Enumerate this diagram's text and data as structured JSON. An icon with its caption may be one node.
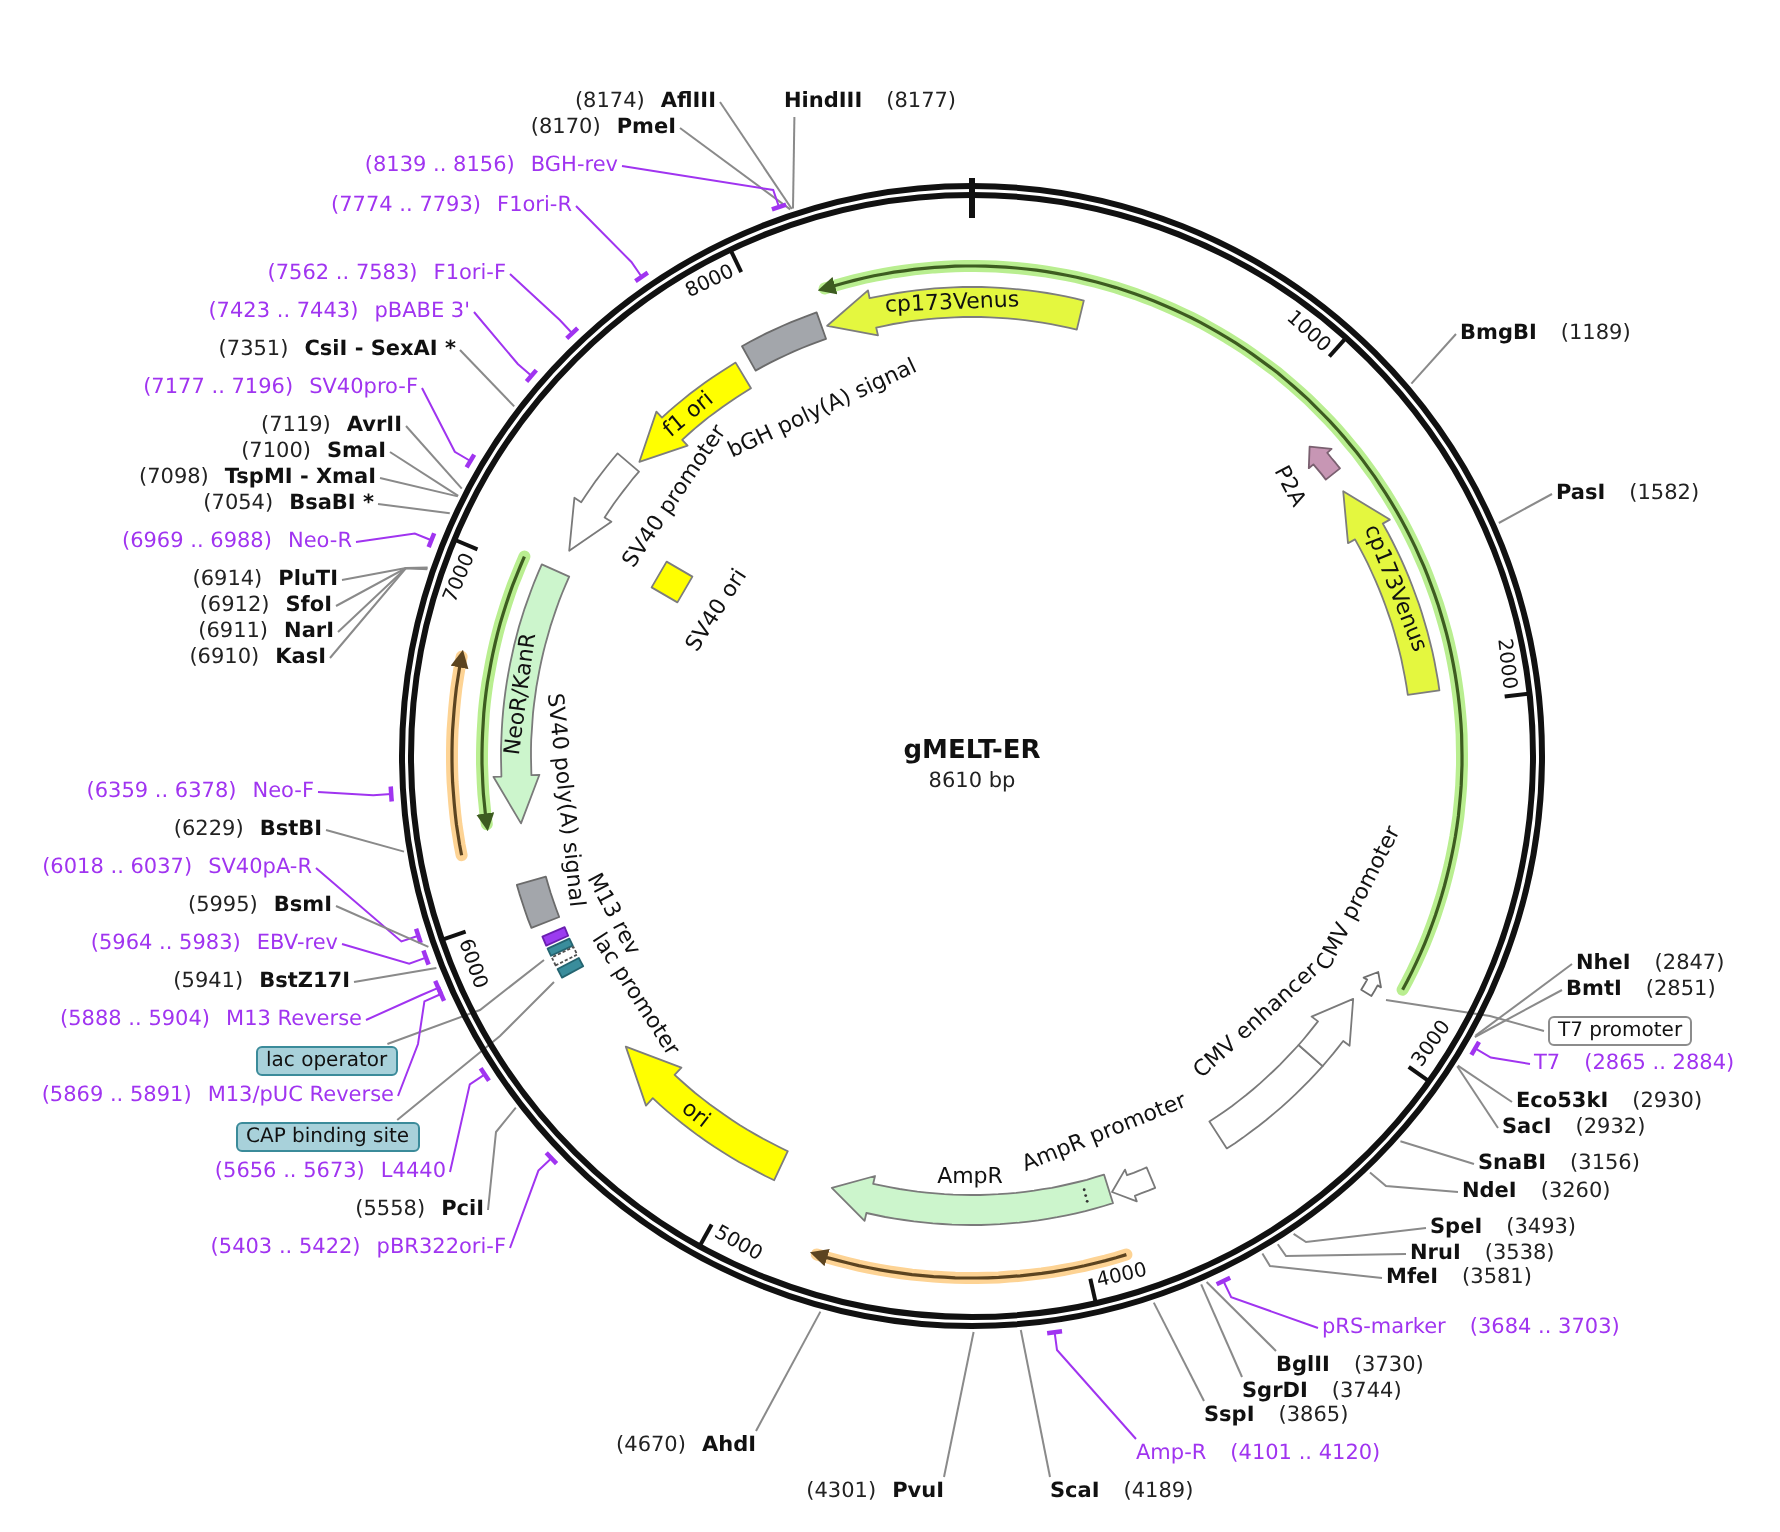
{
  "diagram": {
    "title": "gMELT-ER",
    "nodes": [
      {
        "text": [
          "(8174)",
          "AflIII"
        ]
      },
      {
        "text": [
          "HindIII",
          "(8177)"
        ]
      },
      {
        "text": [
          "(8170)",
          "PmeI"
        ]
      },
      {
        "text": [
          "(8139 .. 8156)",
          "BGH-rev"
        ]
      },
      {
        "text": [
          "(7774 .. 7793)",
          "F1ori-R"
        ]
      },
      {
        "text": [
          "(7562 .. 7583)",
          "F1ori-F"
        ]
      },
      {
        "text": [
          "(7423 .. 7443)",
          "pBABE 3'"
        ]
      },
      {
        "text": [
          "(7351)",
          "CsiI - SexAI *"
        ]
      },
      {
        "text": [
          "(7177 .. 7196)",
          "SV40pro-F"
        ]
      },
      {
        "text": [
          "(7119)",
          "AvrII"
        ]
      },
      {
        "text": [
          "(7100)",
          "SmaI"
        ]
      },
      {
        "text": [
          "(7098)",
          "TspMI - XmaI"
        ]
      },
      {
        "text": [
          "(7054)",
          "BsaBI *"
        ]
      },
      {
        "text": [
          "(6969 .. 6988)",
          "Neo-R"
        ]
      },
      {
        "text": [
          "(6914)",
          "PluTI"
        ]
      },
      {
        "text": [
          "(6912)",
          "SfoI"
        ]
      },
      {
        "text": [
          "(6911)",
          "NarI"
        ]
      },
      {
        "text": [
          "(6910)",
          "KasI"
        ]
      },
      {
        "text": [
          "(6359 .. 6378)",
          "Neo-F"
        ]
      },
      {
        "text": [
          "(6229)",
          "BstBI"
        ]
      },
      {
        "text": [
          "(6018 .. 6037)",
          "SV40pA-R"
        ]
      },
      {
        "text": [
          "(5995)",
          "BsmI"
        ]
      },
      {
        "text": [
          "(5964 .. 5983)",
          "EBV-rev"
        ]
      },
      {
        "text": [
          "(5941)",
          "BstZ17I"
        ]
      },
      {
        "text": [
          "(5888 .. 5904)",
          "M13 Reverse"
        ]
      },
      {
        "text": [
          "lac operator"
        ]
      },
      {
        "text": [
          "(5869 .. 5891)",
          "M13/pUC Reverse"
        ]
      },
      {
        "text": [
          "CAP binding site"
        ]
      },
      {
        "text": [
          "(5656 .. 5673)",
          "L4440"
        ]
      },
      {
        "text": [
          "(5558)",
          "PciI"
        ]
      },
      {
        "text": [
          "(5403 .. 5422)",
          "pBR322ori-F"
        ]
      },
      {
        "text": [
          "BmgBI",
          "(1189)"
        ]
      },
      {
        "text": [
          "PasI",
          "(1582)"
        ]
      },
      {
        "text": [
          "NheI",
          "(2847)"
        ]
      },
      {
        "text": [
          "BmtI",
          "(2851)"
        ]
      },
      {
        "text": [
          "T7 promoter"
        ]
      },
      {
        "text": [
          "T7",
          "(2865 .. 2884)"
        ]
      },
      {
        "text": [
          "Eco53kI",
          "(2930)"
        ]
      },
      {
        "text": [
          "SacI",
          "(2932)"
        ]
      },
      {
        "text": [
          "SnaBI",
          "(3156)"
        ]
      },
      {
        "text": [
          "NdeI",
          "(3260)"
        ]
      },
      {
        "text": [
          "SpeI",
          "(3493)"
        ]
      },
      {
        "text": [
          "NruI",
          "(3538)"
        ]
      },
      {
        "text": [
          "MfeI",
          "(3581)"
        ]
      },
      {
        "text": [
          "pRS-marker",
          "(3684 .. 3703)"
        ]
      },
      {
        "text": [
          "BglII",
          "(3730)"
        ]
      },
      {
        "text": [
          "SgrDI",
          "(3744)"
        ]
      },
      {
        "text": [
          "SspI",
          "(3865)"
        ]
      },
      {
        "text": [
          "Amp-R",
          "(4101 .. 4120)"
        ]
      },
      {
        "text": [
          "ScaI",
          "(4189)"
        ]
      },
      {
        "text": [
          "(4301)",
          "PvuI"
        ]
      },
      {
        "text": [
          "(4670)",
          "AhdI"
        ]
      },
      {
        "text": [],
        "shape": "circle"
      },
      {
        "text": [
          "cp173Venus"
        ],
        "in": 52
      },
      {
        "text": [
          "bGH poly(A) signal"
        ],
        "in": 52
      },
      {
        "text": [
          "f1 ori"
        ],
        "in": 52
      },
      {
        "text": [
          "SV40 promoter"
        ],
        "in": 52
      },
      {
        "text": [
          "SV40 ori"
        ],
        "in": 52
      },
      {
        "text": [
          "NeoR/KanR"
        ],
        "in": 52
      },
      {
        "text": [
          "SV40 poly(A) signal"
        ],
        "in": 52
      },
      {
        "text": [
          "M13 rev"
        ],
        "in": 52
      },
      {
        "text": [],
        "shape": "bar",
        "in": 52
      },
      {
        "text": [
          "lac promoter"
        ],
        "in": 52
      },
      {
        "text": [],
        "shape": "bar",
        "in": 52
      },
      {
        "text": [
          "ori"
        ],
        "in": 52
      },
      {
        "text": [
          "AmpR"
        ],
        "in": 52
      },
      {
        "text": [
          "AmpR promoter"
        ],
        "in": 52
      },
      {
        "text": [
          "CMV enhancer"
        ],
        "in": 52
      },
      {
        "text": [
          "CMV promoter"
        ],
        "in": 52
      },
      {
        "text": [],
        "shape": "arrow",
        "in": 52
      },
      {
        "text": [
          "cp173Venus"
        ],
        "in": 52
      },
      {
        "text": [
          "P2A"
        ],
        "in": 52
      }
    ],
    "edges": [
      {
        "from": 0,
        "to": 52,
        "arrow": "none"
      },
      {
        "from": 1,
        "to": 52,
        "arrow": "none"
      },
      {
        "from": 2,
        "to": 52,
        "arrow": "none"
      },
      {
        "from": 3,
        "to": 52,
        "arrow": "other",
        "color": "#a034f0"
      },
      {
        "from": 4,
        "to": 52,
        "arrow": "other",
        "color": "#a034f0"
      },
      {
        "from": 5,
        "to": 52,
        "arrow": "other",
        "color": "#a034f0"
      },
      {
        "from": 6,
        "to": 52,
        "arrow": "other",
        "color": "#a034f0"
      },
      {
        "from": 7,
        "to": 52,
        "arrow": "none"
      },
      {
        "from": 8,
        "to": 52,
        "arrow": "other",
        "color": "#a034f0"
      },
      {
        "from": 9,
        "to": 52,
        "arrow": "none"
      },
      {
        "from": 10,
        "to": 52,
        "arrow": "none"
      },
      {
        "from": 11,
        "to": 52,
        "arrow": "none"
      },
      {
        "from": 12,
        "to": 52,
        "arrow": "none"
      },
      {
        "from": 13,
        "to": 52,
        "arrow": "other",
        "color": "#a034f0"
      },
      {
        "from": 14,
        "to": 52,
        "arrow": "none"
      },
      {
        "from": 15,
        "to": 52,
        "arrow": "none"
      },
      {
        "from": 16,
        "to": 52,
        "arrow": "none"
      },
      {
        "from": 17,
        "to": 52,
        "arrow": "none"
      },
      {
        "from": 18,
        "to": 52,
        "arrow": "other",
        "color": "#a034f0"
      },
      {
        "from": 19,
        "to": 52,
        "arrow": "none"
      },
      {
        "from": 20,
        "to": 52,
        "arrow": "other",
        "color": "#a034f0"
      },
      {
        "from": 21,
        "to": 52,
        "arrow": "none"
      },
      {
        "from": 22,
        "to": 52,
        "arrow": "other",
        "color": "#a034f0"
      },
      {
        "from": 23,
        "to": 52,
        "arrow": "none"
      },
      {
        "from": 24,
        "to": 52,
        "arrow": "other",
        "color": "#a034f0"
      },
      {
        "from": 25,
        "to": 61,
        "arrow": "none"
      },
      {
        "from": 26,
        "to": 52,
        "arrow": "other",
        "color": "#a034f0"
      },
      {
        "from": 27,
        "to": 63,
        "arrow": "none"
      },
      {
        "from": 28,
        "to": 52,
        "arrow": "other",
        "color": "#a034f0"
      },
      {
        "from": 29,
        "to": 52,
        "arrow": "none"
      },
      {
        "from": 30,
        "to": 52,
        "arrow": "other",
        "color": "#a034f0"
      },
      {
        "from": 31,
        "to": 52,
        "arrow": "none"
      },
      {
        "from": 32,
        "to": 52,
        "arrow": "none"
      },
      {
        "from": 33,
        "to": 52,
        "arrow": "none"
      },
      {
        "from": 34,
        "to": 52,
        "arrow": "none"
      },
      {
        "from": 35,
        "to": 69,
        "arrow": "none"
      },
      {
        "from": 36,
        "to": 52,
        "arrow": "other",
        "color": "#a034f0"
      },
      {
        "from": 37,
        "to": 52,
        "arrow": "none"
      },
      {
        "from": 38,
        "to": 52,
        "arrow": "none"
      },
      {
        "from": 39,
        "to": 52,
        "arrow": "none"
      },
      {
        "from": 40,
        "to": 52,
        "arrow": "none"
      },
      {
        "from": 41,
        "to": 52,
        "arrow": "none"
      },
      {
        "from": 42,
        "to": 52,
        "arrow": "none"
      },
      {
        "from": 43,
        "to": 52,
        "arrow": "none"
      },
      {
        "from": 44,
        "to": 52,
        "arrow": "other",
        "color": "#a034f0"
      },
      {
        "from": 45,
        "to": 52,
        "arrow": "none"
      },
      {
        "from": 46,
        "to": 52,
        "arrow": "none"
      },
      {
        "from": 47,
        "to": 52,
        "arrow": "none"
      },
      {
        "from": 48,
        "to": 52,
        "arrow": "other",
        "color": "#a034f0"
      },
      {
        "from": 49,
        "to": 52,
        "arrow": "none"
      },
      {
        "from": 50,
        "to": 52,
        "arrow": "none"
      },
      {
        "from": 51,
        "to": 52,
        "arrow": "none"
      }
    ],
    "labels": [
      "8000",
      "1000",
      "7000",
      "2000",
      "8610 bp",
      "6000",
      "3000",
      "5000",
      "4000"
    ]
  }
}
